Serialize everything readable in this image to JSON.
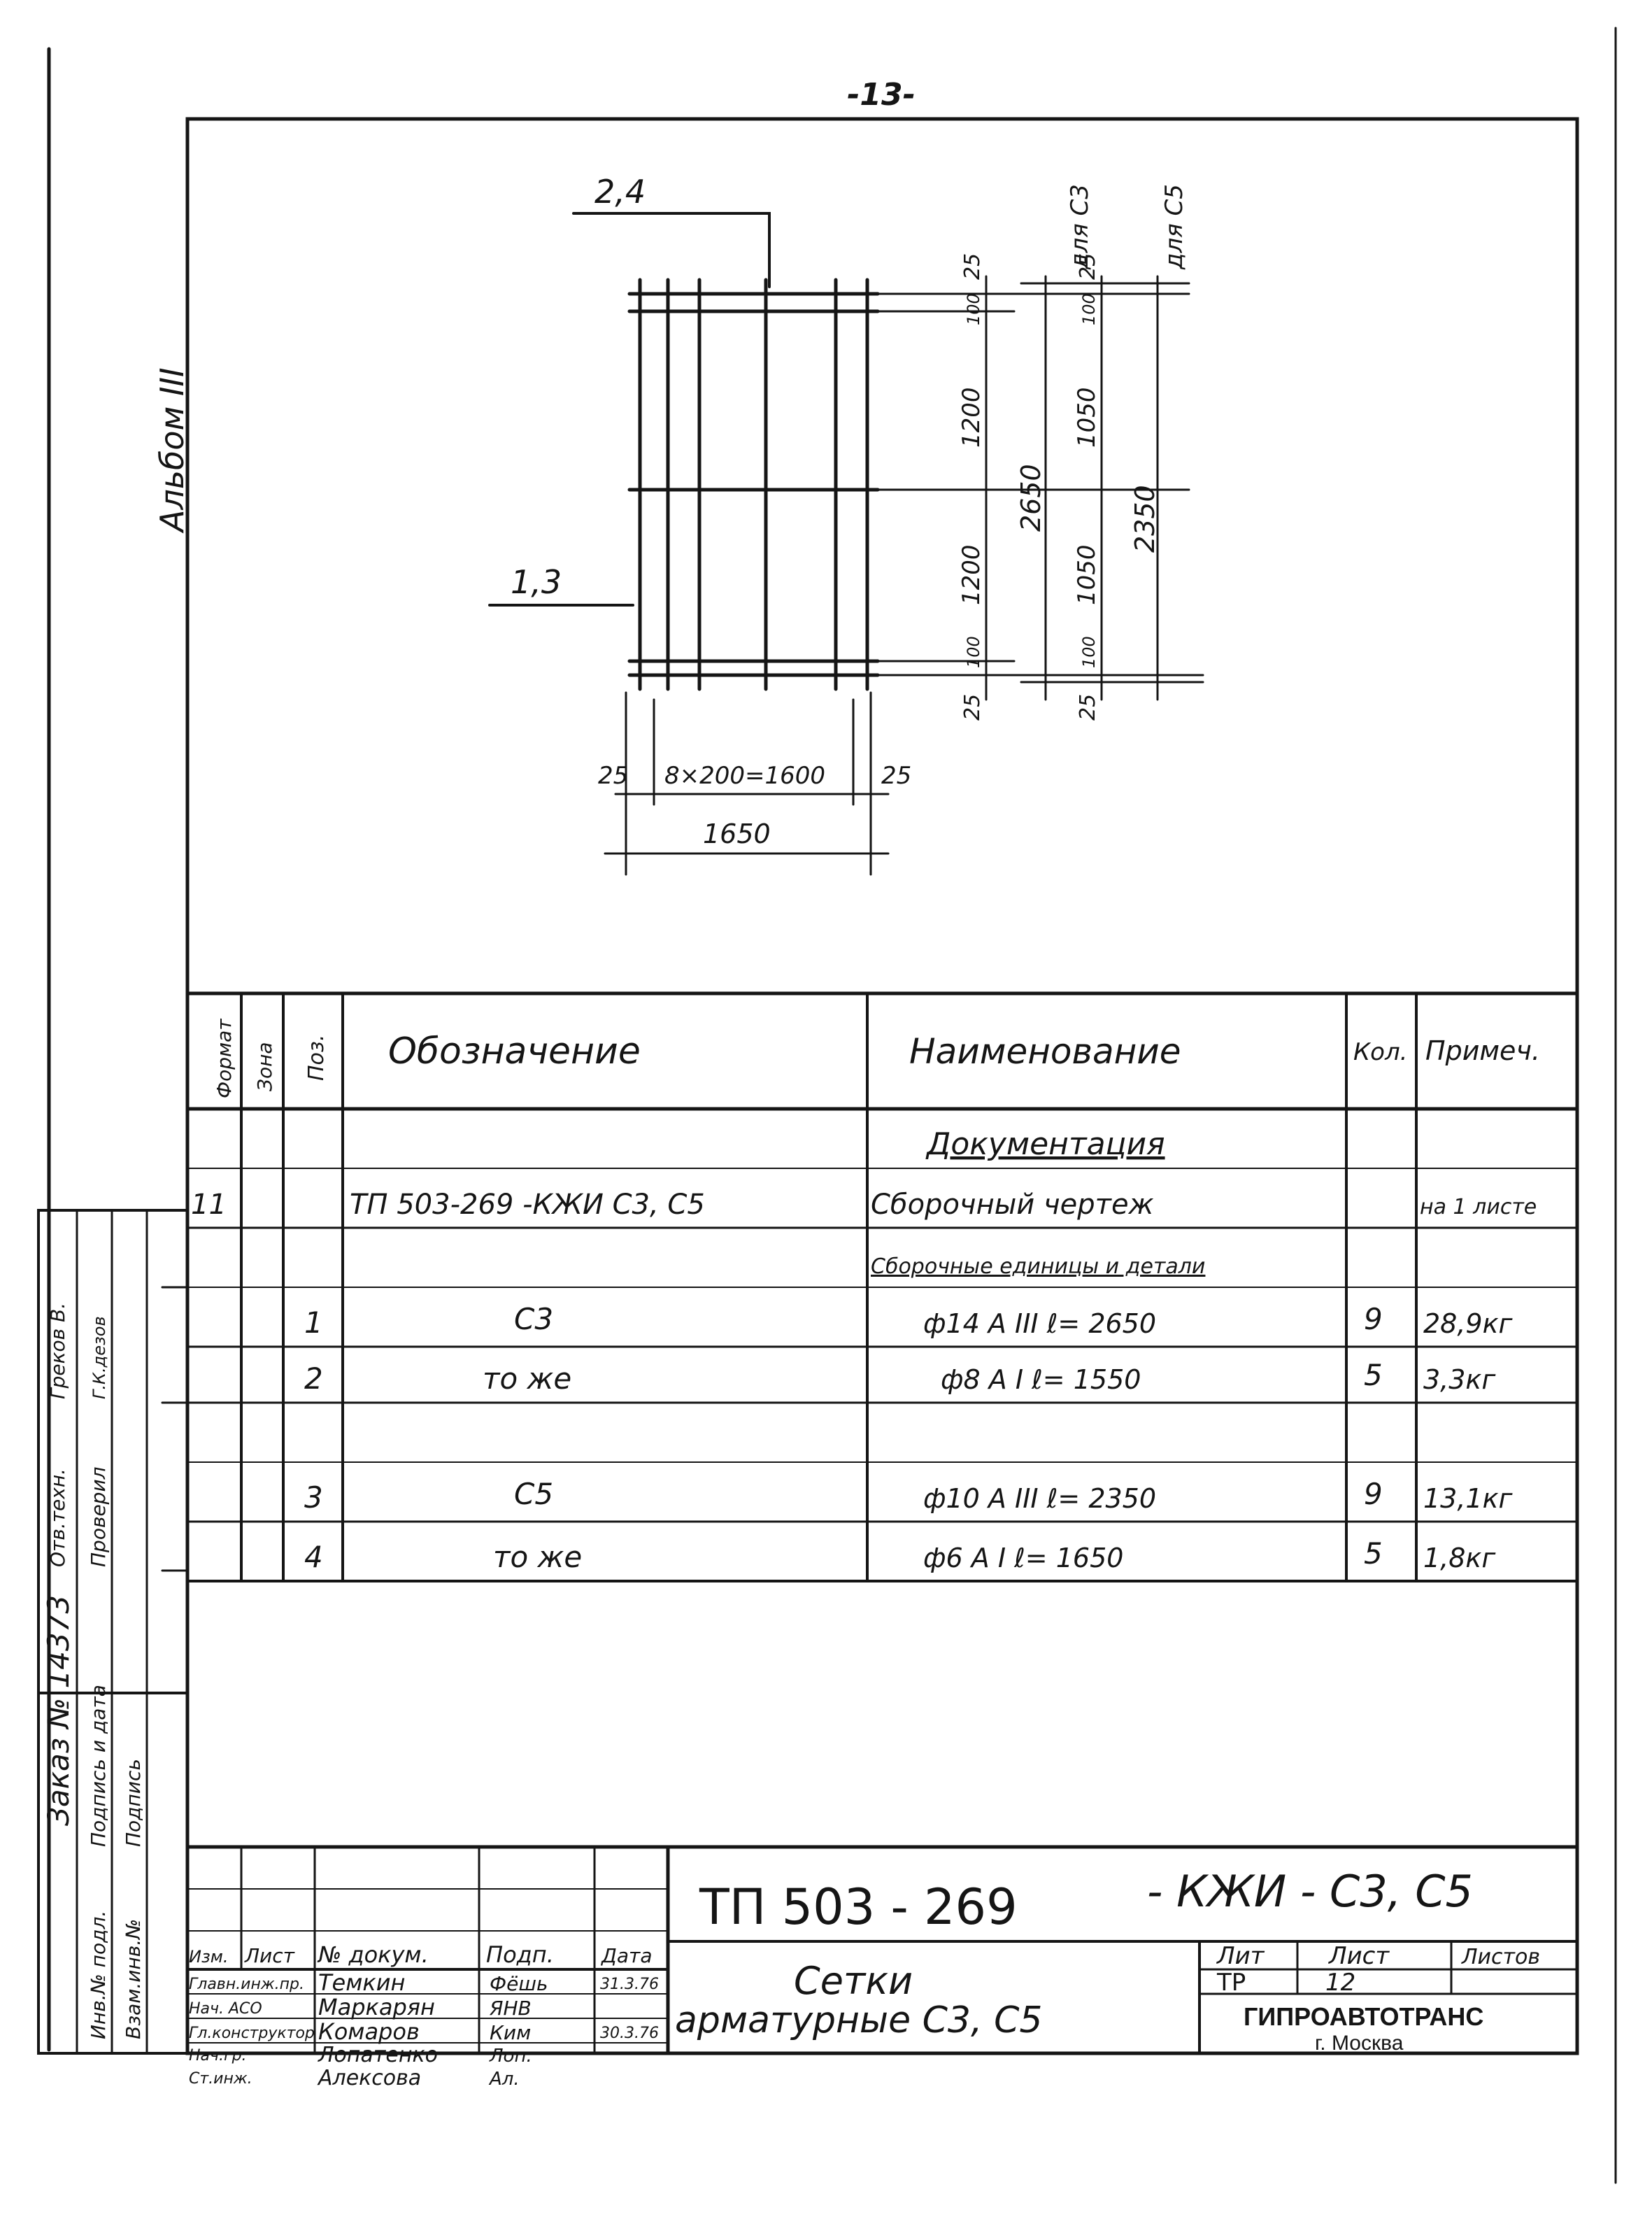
{
  "page_number": "-13-",
  "album_note": "Альбом III",
  "drawing": {
    "label_top": "2,4",
    "label_left": "1,3",
    "dims_c3": {
      "title": "для С3",
      "segments": [
        "25",
        "100",
        "1200",
        "1200",
        "100",
        "25"
      ],
      "total": "2650"
    },
    "dims_c5": {
      "title": "для С5",
      "segments": [
        "25",
        "100",
        "1050",
        "1050",
        "100",
        "25"
      ],
      "total": "2350"
    },
    "bottom_dims": {
      "left_edge": "25",
      "middle": "8×200=1600",
      "right_edge": "25",
      "total": "1650"
    }
  },
  "spec_table": {
    "headers": {
      "format": "Формат",
      "zone": "Зона",
      "pos": "Поз.",
      "designation": "Обозначение",
      "name": "Наименование",
      "qty": "Кол.",
      "note": "Примеч."
    },
    "section_documentation": "Документация",
    "section_units": "Сборочные единицы и детали",
    "doc_row": {
      "format": "11",
      "designation": "ТП 503-269   -КЖИ С3, С5",
      "name": "Сборочный чертеж",
      "note": "на 1 листе"
    },
    "rows": [
      {
        "pos": "1",
        "designation": "С3",
        "name": "ф14 А III   ℓ= 2650",
        "qty": "9",
        "note": "28,9кг"
      },
      {
        "pos": "2",
        "designation": "то же",
        "name": "ф8 А I   ℓ= 1550",
        "qty": "5",
        "note": "3,3кг"
      },
      {
        "pos": "3",
        "designation": "С5",
        "name": "ф10 А III   ℓ= 2350",
        "qty": "9",
        "note": "13,1кг"
      },
      {
        "pos": "4",
        "designation": "то же",
        "name": "ф6 А I   ℓ= 1650",
        "qty": "5",
        "note": "1,8кг"
      }
    ]
  },
  "side_stamp": {
    "col1": [
      "Отв.техн.",
      "Проверил"
    ],
    "col2": [
      "Греков В.",
      "Г.К.дезов"
    ],
    "order": "Заказ № 14373",
    "sign_date": "Подпись и дата",
    "inv_no": "Инв.№ подл.",
    "sign2": "Подпись",
    "inv_sub": "Взам.инв.№"
  },
  "title_block": {
    "code": "ТП 503 - 269",
    "suffix": "- КЖИ - С3, С5",
    "name_line1": "Сетки",
    "name_line2": "арматурные С3, С5",
    "head": {
      "rev": "Изм.",
      "sheet": "Лист",
      "doc": "№ докум.",
      "sign": "Подп.",
      "date": "Дата"
    },
    "people": [
      {
        "role": "Главн.инж.пр.",
        "name": "Темкин",
        "sign": "Фёшь",
        "date": "31.3.76"
      },
      {
        "role": "Нач. АСО",
        "name": "Маркарян",
        "sign": "ЯНВ",
        "date": ""
      },
      {
        "role": "Гл.конструктор",
        "name": "Комаров",
        "sign": "Ким",
        "date": "30.3.76"
      },
      {
        "role": "Нач.гр.",
        "name": "Лопатенко",
        "sign": "Лоп.",
        "date": ""
      },
      {
        "role": "Ст.инж.",
        "name": "Алексова",
        "sign": "Ал.",
        "date": ""
      }
    ],
    "lit_label": "Лит",
    "sheet_label": "Лист",
    "sheets_label": "Листов",
    "lit_value": "ТР",
    "sheet_value": "12",
    "sheets_value": "",
    "org_name": "ГИПРОАВТОТРАНС",
    "org_city": "г. Москва"
  },
  "colors": {
    "ink": "#151515",
    "paper": "#ffffff"
  }
}
